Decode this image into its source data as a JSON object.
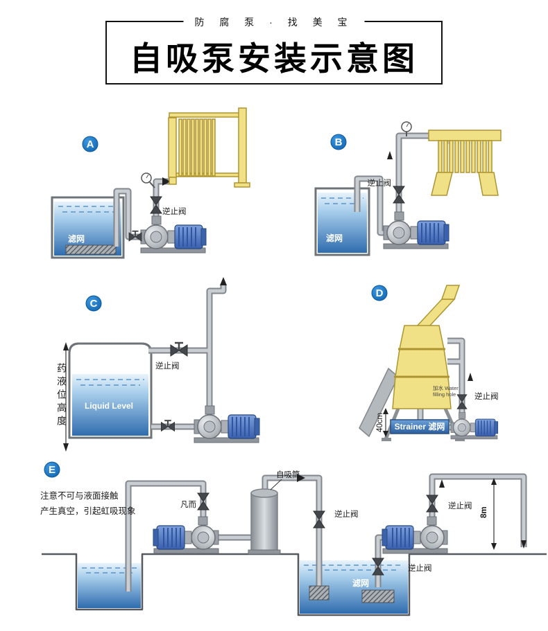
{
  "header": {
    "tagline": "防 腐 泵 · 找 美 宝",
    "title": "自吸泵安装示意图"
  },
  "badges": {
    "a": "A",
    "b": "B",
    "c": "C",
    "d": "D",
    "e": "E"
  },
  "labels": {
    "a_check_valve": "逆止阀",
    "a_strainer": "滤网",
    "b_check_valve": "逆止阀",
    "b_strainer": "滤网",
    "c_check_valve": "逆止阀",
    "c_liquid_level": "Liquid Level",
    "c_level_height": "药液位高度",
    "d_check_valve": "逆止阀",
    "d_strainer": "Strainer 滤网",
    "d_dim": "40cm",
    "d_fill": "加水 Water filling hole",
    "e_note1": "注意不可与液面接触",
    "e_note2": "产生真空，引起虹吸现象",
    "e_valve": "凡而",
    "e_priming_tank": "自吸筒",
    "e_check_valve_mid": "逆止阀",
    "e_check_valve_right": "逆止阀",
    "e_check_valve_bottom": "逆止阀",
    "e_strainer": "滤网",
    "e_height": "8m"
  },
  "colors": {
    "accent_blue": "#1577cc",
    "equipment_yellow": "#f0e186",
    "water_deep": "#2f6cae",
    "motor_blue": "#4f79c8"
  }
}
